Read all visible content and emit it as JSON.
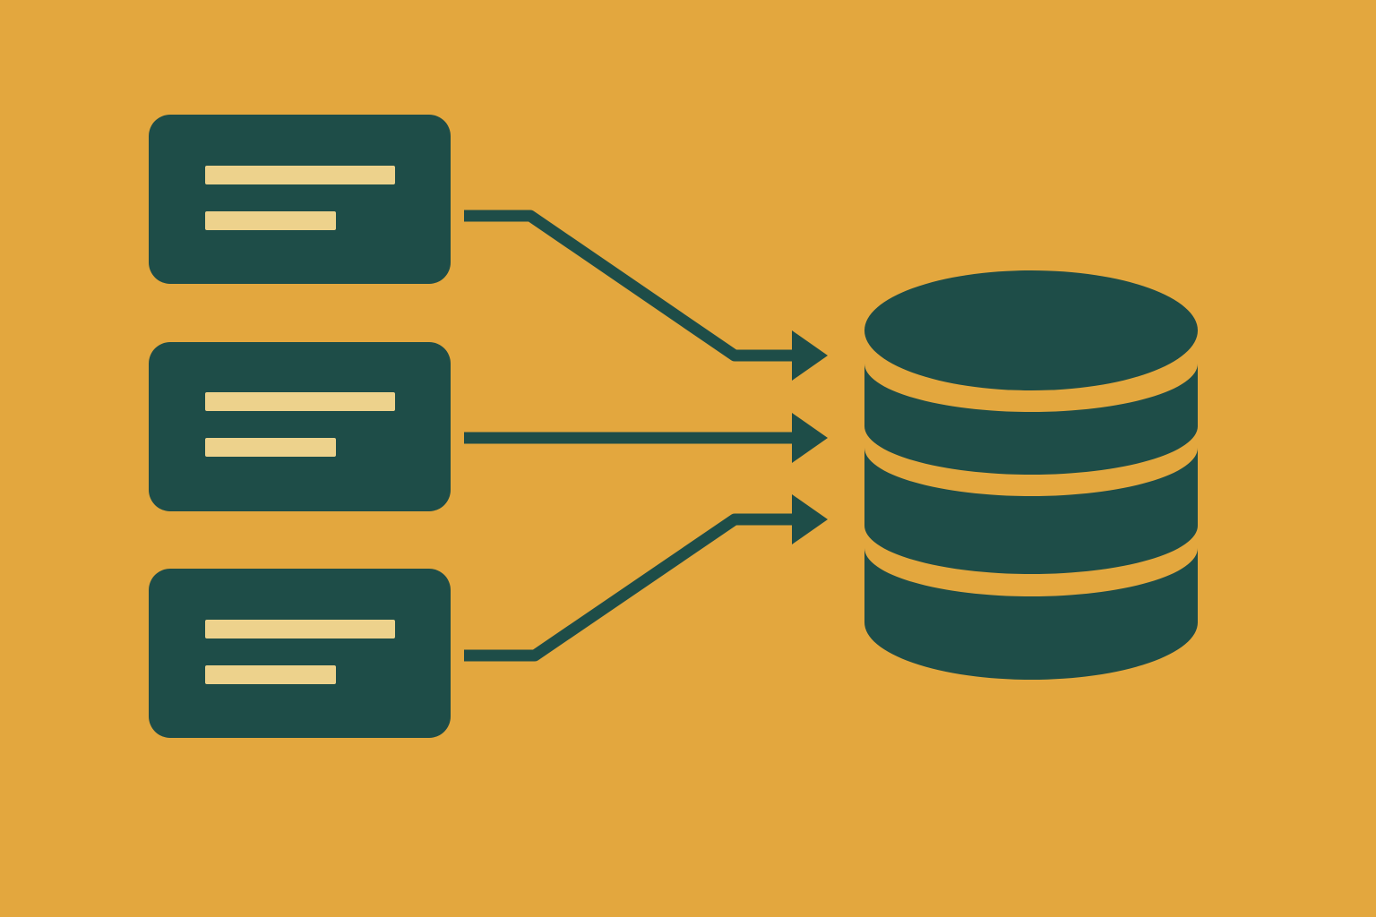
{
  "colors": {
    "background": "#E3A73E",
    "shape": "#1E4D48",
    "text_line": "#EDD28C"
  },
  "sources": [
    {
      "id": "source-card-1",
      "icon": "document-card-icon",
      "text_lines": 2
    },
    {
      "id": "source-card-2",
      "icon": "document-card-icon",
      "text_lines": 2
    },
    {
      "id": "source-card-3",
      "icon": "document-card-icon",
      "text_lines": 2
    }
  ],
  "arrows": [
    {
      "from": "source-card-1",
      "to": "database-icon"
    },
    {
      "from": "source-card-2",
      "to": "database-icon"
    },
    {
      "from": "source-card-3",
      "to": "database-icon"
    }
  ],
  "target": {
    "icon": "database-icon",
    "stack_layers": 3
  }
}
